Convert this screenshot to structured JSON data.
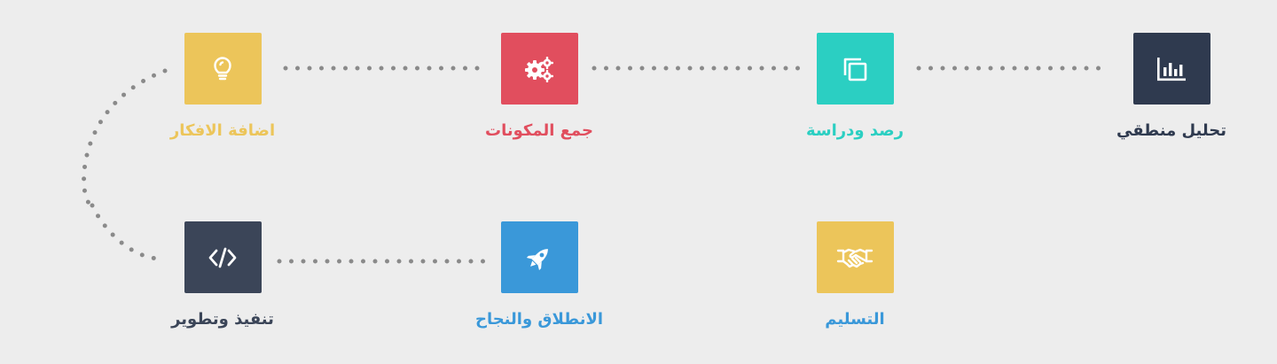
{
  "colors": {
    "navy": "#2f3a4f",
    "teal": "#2bcfc2",
    "red": "#e14e5e",
    "yellow": "#ecc55a",
    "slate": "#3b4558",
    "blue": "#3a98d9",
    "dots": "#8a8a8a"
  },
  "steps": [
    {
      "label": "تحليل منطقي",
      "icon": "bar-chart-icon",
      "color": "#2f3a4f"
    },
    {
      "label": "رصد ودراسة",
      "icon": "copy-icon",
      "color": "#2bcfc2"
    },
    {
      "label": "جمع المكونات",
      "icon": "gears-icon",
      "color": "#e14e5e"
    },
    {
      "label": "اضافة الافكار",
      "icon": "lightbulb-icon",
      "color": "#ecc55a"
    },
    {
      "label": "تنفيذ وتطوير",
      "icon": "code-icon",
      "color": "#3b4558"
    },
    {
      "label": "الانطلاق والنجاح",
      "icon": "rocket-icon",
      "color": "#3a98d9"
    },
    {
      "label": "التسليم",
      "icon": "handshake-icon",
      "color": "#ecc55a"
    }
  ]
}
